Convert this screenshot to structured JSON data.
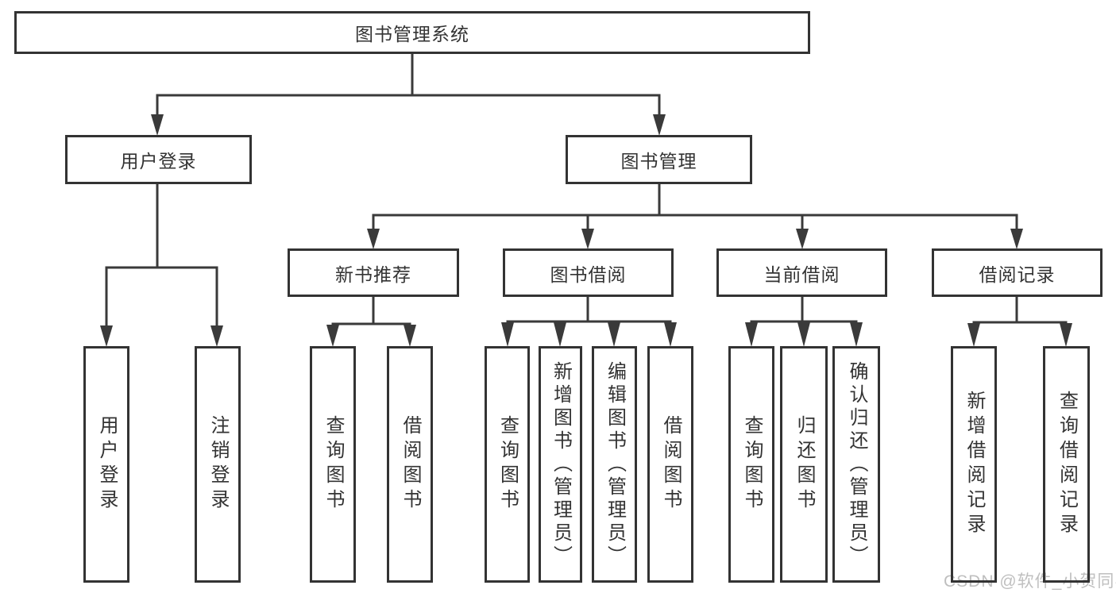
{
  "diagram": {
    "root": {
      "label": "图书管理系统"
    },
    "level2": [
      {
        "id": "user-login",
        "label": "用户登录"
      },
      {
        "id": "book-management",
        "label": "图书管理"
      }
    ],
    "level3": [
      {
        "id": "new-book-recommend",
        "label": "新书推荐"
      },
      {
        "id": "book-borrow",
        "label": "图书借阅"
      },
      {
        "id": "current-borrow",
        "label": "当前借阅"
      },
      {
        "id": "borrow-records",
        "label": "借阅记录"
      }
    ],
    "leaves": [
      {
        "parent": "user-login",
        "label": "用户登录"
      },
      {
        "parent": "user-login",
        "label": "注销登录"
      },
      {
        "parent": "new-book-recommend",
        "label": "查询图书"
      },
      {
        "parent": "new-book-recommend",
        "label": "借阅图书"
      },
      {
        "parent": "book-borrow",
        "label": "查询图书"
      },
      {
        "parent": "book-borrow",
        "label": "新增图书（管理员）"
      },
      {
        "parent": "book-borrow",
        "label": "编辑图书（管理员）"
      },
      {
        "parent": "book-borrow",
        "label": "借阅图书"
      },
      {
        "parent": "current-borrow",
        "label": "查询图书"
      },
      {
        "parent": "current-borrow",
        "label": "归还图书"
      },
      {
        "parent": "current-borrow",
        "label": "确认归还（管理员）"
      },
      {
        "parent": "borrow-records",
        "label": "新增借阅记录"
      },
      {
        "parent": "borrow-records",
        "label": "查询借阅记录"
      }
    ]
  },
  "watermark": {
    "text": "CSDN @软件_小贺同学"
  },
  "colors": {
    "line": "#3a3a3a",
    "border": "#333333",
    "text": "#333333",
    "watermark": "#bfbfbf",
    "background": "#ffffff"
  }
}
